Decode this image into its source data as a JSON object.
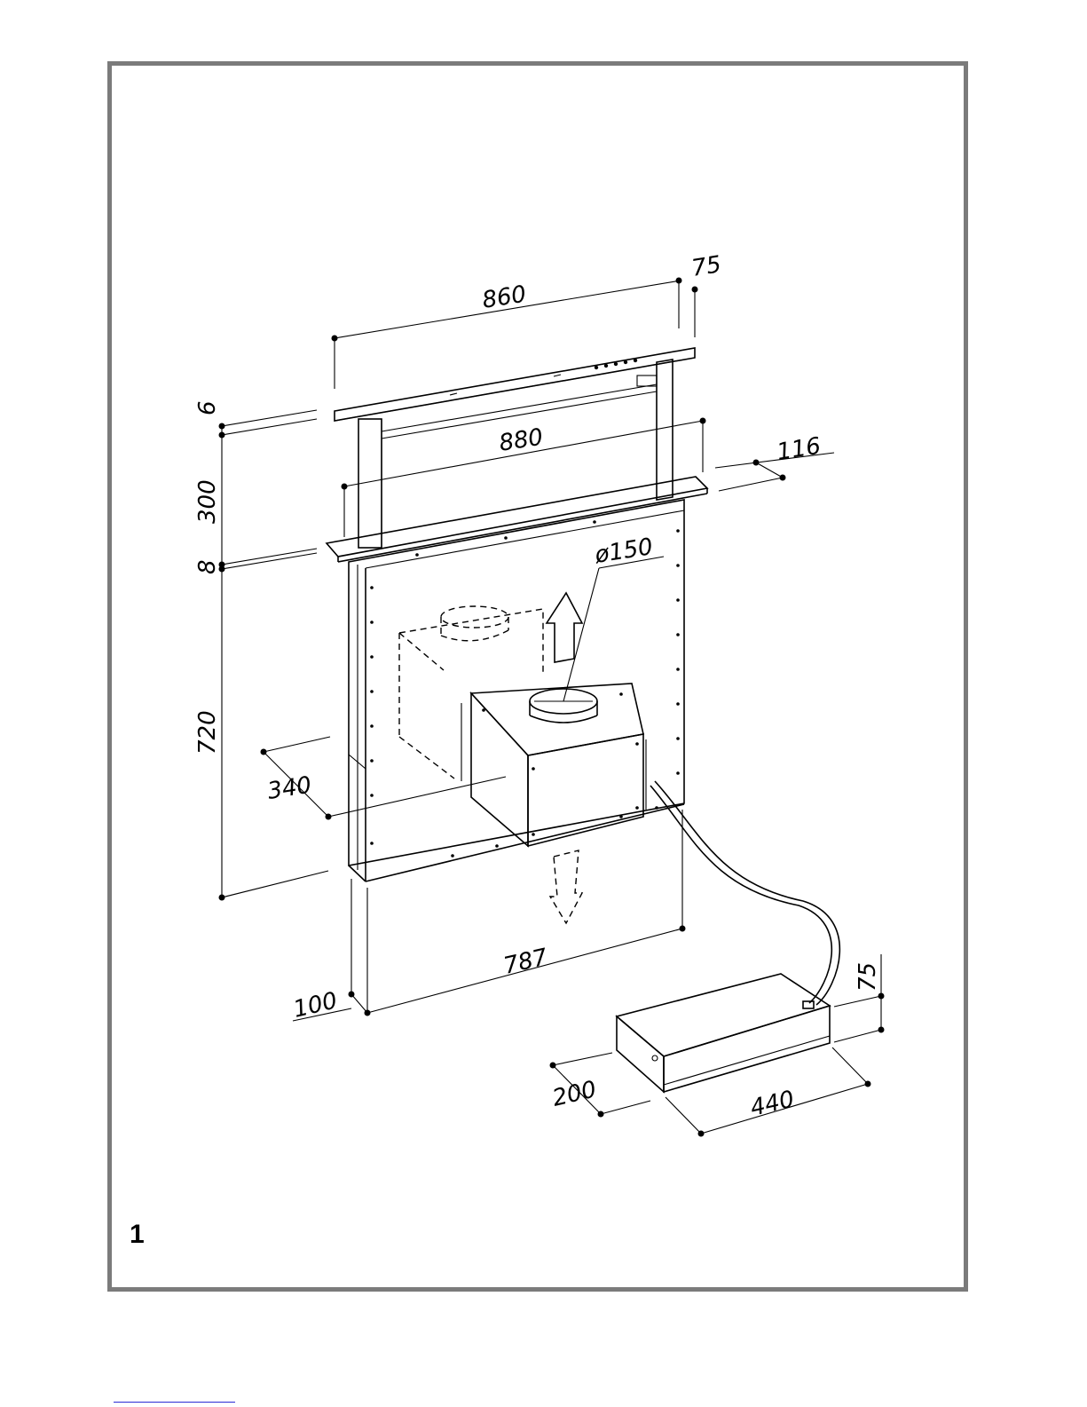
{
  "figure": {
    "number": "1",
    "dimensions": {
      "top_width": "860",
      "top_depth": "75",
      "lid_thickness": "6",
      "rise_height": "300",
      "panel_width": "880",
      "frame_depth": "116",
      "frame_thickness": "8",
      "duct_diameter": "ø150",
      "body_height": "720",
      "motor_depth": "340",
      "bottom_width": "787",
      "bottom_depth": "100",
      "remote_height": "75",
      "remote_depth": "200",
      "remote_width": "440"
    }
  },
  "colors": {
    "frame_border": "#7b7b7b",
    "line": "#000000",
    "footer_rule": "#2b2bd6"
  }
}
